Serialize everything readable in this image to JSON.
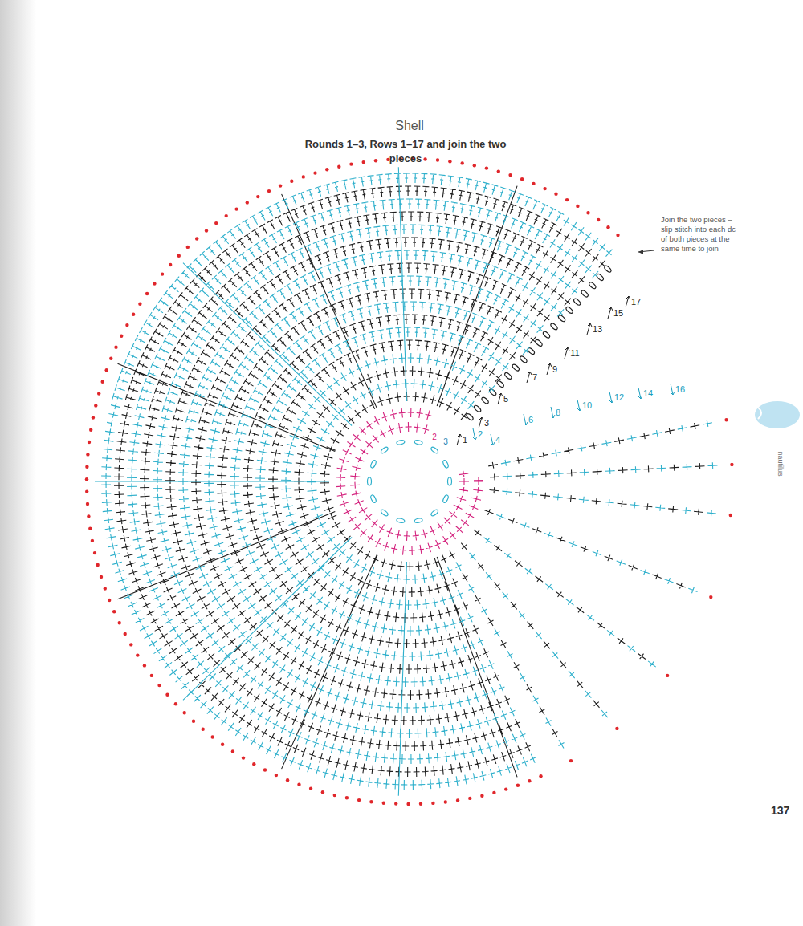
{
  "diagram": {
    "title": "Shell",
    "labels": [
      "Rounds 1–3, Rows 1–17 and join the two pieces",
      "Join the two pieces – slip stitch into each dc of both pieces at the same time to join",
      "3",
      "2",
      "1",
      "2",
      "3",
      "4",
      "5",
      "6",
      "7",
      "8",
      "9",
      "10",
      "11",
      "12",
      "13",
      "14",
      "15",
      "16",
      "17",
      "nautilus",
      "137"
    ]
  }
}
